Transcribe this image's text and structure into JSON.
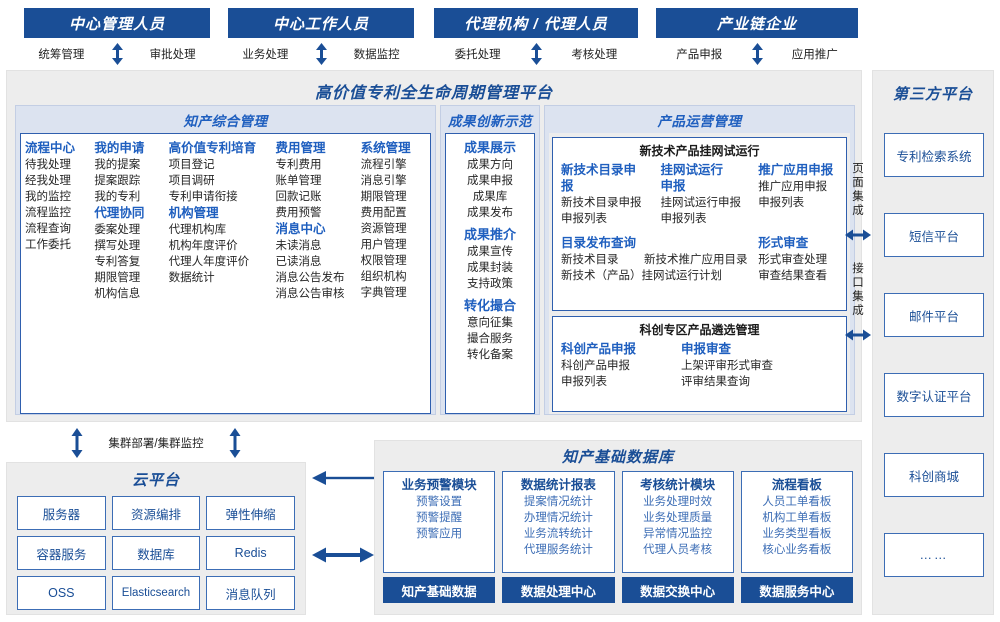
{
  "colors": {
    "header_blue": "#1A4E96",
    "accent_blue": "#1F5FBF",
    "border_blue": "#3C6DB5",
    "panel_gray": "#EDEDED",
    "group_bg": "#DCE3F0"
  },
  "roles": [
    {
      "title": "中心管理人员",
      "left": "统筹管理",
      "right": "审批处理"
    },
    {
      "title": "中心工作人员",
      "left": "业务处理",
      "right": "数据监控"
    },
    {
      "title": "代理机构 / 代理人员",
      "left": "委托处理",
      "right": "考核处理"
    },
    {
      "title": "产业链企业",
      "left": "产品申报",
      "right": "应用推广"
    }
  ],
  "platform": {
    "title": "高价值专利全生命周期管理平台",
    "groups": {
      "ip_management": {
        "title": "知产综合管理",
        "columns": [
          {
            "blocks": [
              {
                "header": "流程中心",
                "items": [
                  "待我处理",
                  "经我处理",
                  "我的监控",
                  "流程监控",
                  "流程查询",
                  "工作委托"
                ]
              }
            ]
          },
          {
            "blocks": [
              {
                "header": "我的申请",
                "items": [
                  "我的提案",
                  "提案跟踪",
                  "我的专利"
                ]
              },
              {
                "header": "代理协同",
                "items": [
                  "委案处理",
                  "撰写处理",
                  "专利答复",
                  "期限管理",
                  "机构信息"
                ]
              }
            ]
          },
          {
            "blocks": [
              {
                "header": "高价值专利培育",
                "items": [
                  "项目登记",
                  "项目调研",
                  "专利申请衔接"
                ]
              },
              {
                "header": "机构管理",
                "items": [
                  "代理机构库",
                  "机构年度评价",
                  "代理人年度评价",
                  "数据统计"
                ]
              }
            ]
          },
          {
            "blocks": [
              {
                "header": "费用管理",
                "items": [
                  "专利费用",
                  "账单管理",
                  "回款记账",
                  "费用预警"
                ]
              },
              {
                "header": "消息中心",
                "items": [
                  "未读消息",
                  "已读消息",
                  "消息公告发布",
                  "消息公告审核"
                ]
              }
            ]
          },
          {
            "blocks": [
              {
                "header": "系统管理",
                "items": [
                  "流程引擎",
                  "消息引擎",
                  "期限管理",
                  "费用配置",
                  "资源管理",
                  "用户管理",
                  "权限管理",
                  "组织机构",
                  "字典管理"
                ]
              }
            ]
          }
        ]
      },
      "achievement": {
        "title": "成果创新示范",
        "blocks": [
          {
            "header": "成果展示",
            "items": [
              "成果方向",
              "成果申报",
              "成果库",
              "成果发布"
            ]
          },
          {
            "header": "成果推介",
            "items": [
              "成果宣传",
              "成果封装",
              "支持政策"
            ]
          },
          {
            "header": "转化撮合",
            "items": [
              "意向征集",
              "撮合服务",
              "转化备案"
            ]
          }
        ]
      },
      "product_ops": {
        "title": "产品运营管理",
        "subboxes": [
          {
            "title": "新技术产品挂网试运行",
            "row1": [
              {
                "header": "新技术目录申报",
                "items": [
                  "新技术目录申报",
                  "申报列表"
                ]
              },
              {
                "header": "挂网试运行申报",
                "items": [
                  "挂网试运行申报",
                  "申报列表"
                ]
              },
              {
                "header": "推广应用申报",
                "items": [
                  "推广应用申报",
                  "申报列表"
                ]
              }
            ],
            "row2": [
              {
                "header": "目录发布查询",
                "items": [
                  "新技术目录        新技术推广应用目录",
                  "新技术（产品）挂网试运行计划"
                ]
              },
              {
                "header": "形式审查",
                "items": [
                  "形式审查处理",
                  "审查结果查看"
                ]
              }
            ]
          },
          {
            "title": "科创专区产品遴选管理",
            "row1": [
              {
                "header": "科创产品申报",
                "items": [
                  "科创产品申报",
                  "申报列表"
                ]
              },
              {
                "header": "申报审查",
                "items": [
                  "上架评审形式审查",
                  "评审结果查询"
                ]
              }
            ]
          }
        ]
      }
    },
    "integration_labels": [
      "页面集成",
      "接口集成"
    ]
  },
  "third_party": {
    "title": "第三方平台",
    "items": [
      "专利检索系统",
      "短信平台",
      "邮件平台",
      "数字认证平台",
      "科创商城",
      "……"
    ]
  },
  "cloud": {
    "cluster_label": "集群部署/集群监控",
    "title": "云平台",
    "cells": [
      "服务器",
      "资源编排",
      "弹性伸缩",
      "容器服务",
      "数据库",
      "Redis",
      "OSS",
      "Elasticsearch",
      "消息队列"
    ]
  },
  "knowledge_db": {
    "title": "知产基础数据库",
    "columns": [
      {
        "header": "业务预警模块",
        "items": [
          "预警设置",
          "预警提醒",
          "预警应用"
        ],
        "footer": "知产基础数据"
      },
      {
        "header": "数据统计报表",
        "items": [
          "提案情况统计",
          "办理情况统计",
          "业务流转统计",
          "代理服务统计"
        ],
        "footer": "数据处理中心"
      },
      {
        "header": "考核统计模块",
        "items": [
          "业务处理时效",
          "业务处理质量",
          "异常情况监控",
          "代理人员考核"
        ],
        "footer": "数据交换中心"
      },
      {
        "header": "流程看板",
        "items": [
          "人员工单看板",
          "机构工单看板",
          "业务类型看板",
          "核心业务看板"
        ],
        "footer": "数据服务中心"
      }
    ]
  }
}
